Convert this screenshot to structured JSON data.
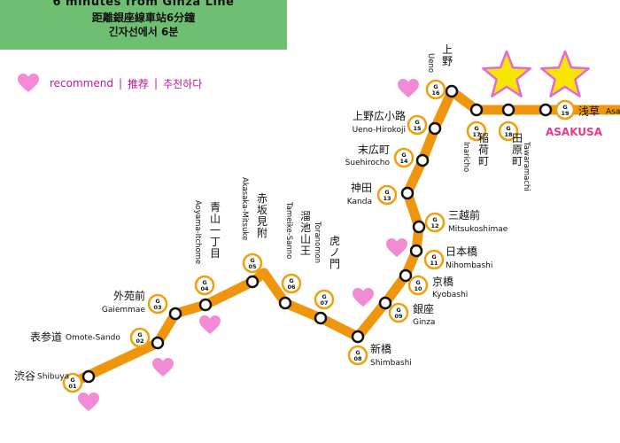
{
  "header": {
    "line1": "6 minutes from Ginza Line",
    "line2": "距離銀座線車站6分鐘",
    "line3": "긴자선에서 6분"
  },
  "legend": {
    "en": "recommend",
    "zh": "推荐",
    "ko": "추천하다"
  },
  "destination": "ASAKUSA",
  "colors": {
    "line": "#f0960e",
    "badge_border": "#f0a00a",
    "heart": "#f28ad6",
    "star": "#f8e600",
    "star_border": "#e468d6",
    "header_bg": "#6fbf73",
    "accent": "#c2189e",
    "destination": "#e33b8a"
  },
  "stations": [
    {
      "code": "G\n01",
      "ja": "渋谷",
      "en": "Shibuya"
    },
    {
      "code": "G\n02",
      "ja": "表参道",
      "en": "Omote-Sando"
    },
    {
      "code": "G\n03",
      "ja": "外苑前",
      "en": "Gaiemmae"
    },
    {
      "code": "G\n04",
      "ja": "青山一丁目",
      "en": "Aoyama-Itchome"
    },
    {
      "code": "G\n05",
      "ja": "赤坂見附",
      "en": "Akasaka-Mitsuke"
    },
    {
      "code": "G\n06",
      "ja": "溜池山王",
      "en": "Tameike-Sanno"
    },
    {
      "code": "G\n07",
      "ja": "虎ノ門",
      "en": "Toranomon"
    },
    {
      "code": "G\n08",
      "ja": "新橋",
      "en": "Shimbashi"
    },
    {
      "code": "G\n09",
      "ja": "銀座",
      "en": "Ginza"
    },
    {
      "code": "G\n10",
      "ja": "京橋",
      "en": "Kyobashi"
    },
    {
      "code": "G\n11",
      "ja": "日本橋",
      "en": "Nihombashi"
    },
    {
      "code": "G\n12",
      "ja": "三越前",
      "en": "Mitsukoshimae"
    },
    {
      "code": "G\n13",
      "ja": "神田",
      "en": "Kanda"
    },
    {
      "code": "G\n14",
      "ja": "末広町",
      "en": "Suehirocho"
    },
    {
      "code": "G\n15",
      "ja": "上野広小路",
      "en": "Ueno-Hirokoji"
    },
    {
      "code": "G\n16",
      "ja": "上野",
      "en": "Ueno"
    },
    {
      "code": "G\n17",
      "ja": "稲荷町",
      "en": "Inaricho"
    },
    {
      "code": "G\n18",
      "ja": "田原町",
      "en": "Tawaramachi"
    },
    {
      "code": "G\n19",
      "ja": "浅草",
      "en": "Asa"
    }
  ]
}
